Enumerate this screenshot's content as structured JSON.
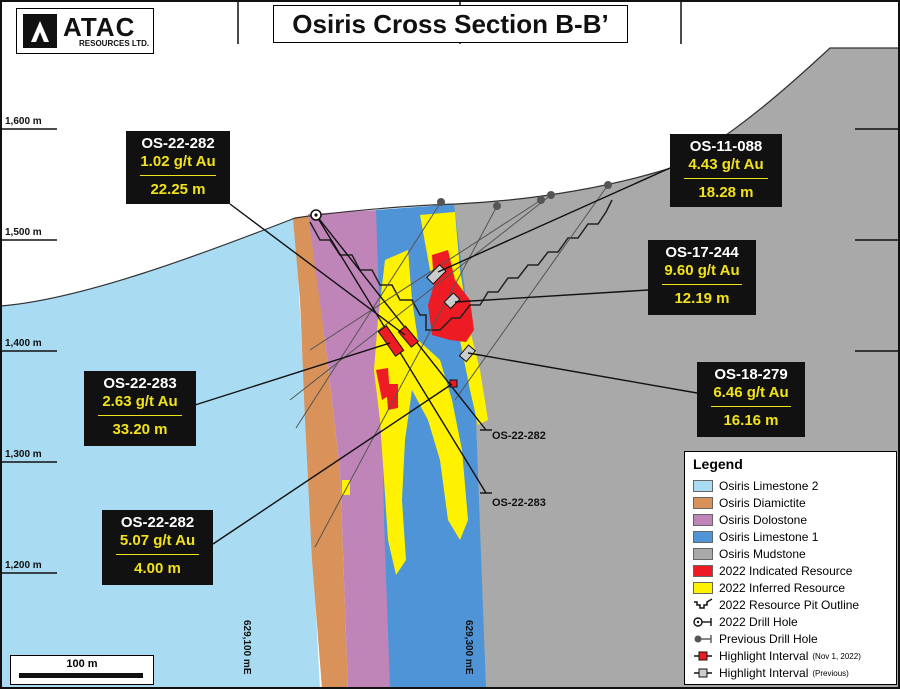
{
  "logo": {
    "brand": "ATAC",
    "subtitle": "RESOURCES LTD."
  },
  "title": "Osiris Cross Section B-B’",
  "elevations": [
    "1,600 m",
    "1,500 m",
    "1,400 m",
    "1,300 m",
    "1,200 m"
  ],
  "eastings": [
    "629,100 mE",
    "629,300 mE"
  ],
  "hole_labels": [
    "OS-22-282",
    "OS-22-283"
  ],
  "callouts": [
    {
      "hole": "OS-22-282",
      "grade": "1.02 g/t Au",
      "length": "22.25 m"
    },
    {
      "hole": "OS-11-088",
      "grade": "4.43 g/t Au",
      "length": "18.28 m"
    },
    {
      "hole": "OS-17-244",
      "grade": "9.60 g/t Au",
      "length": "12.19 m"
    },
    {
      "hole": "OS-22-283",
      "grade": "2.63 g/t Au",
      "length": "33.20 m"
    },
    {
      "hole": "OS-18-279",
      "grade": "6.46 g/t Au",
      "length": "16.16 m"
    },
    {
      "hole": "OS-22-282",
      "grade": "5.07 g/t Au",
      "length": "4.00 m"
    }
  ],
  "legend": {
    "title": "Legend",
    "items": [
      {
        "label": "Osiris Limestone 2",
        "color": "#a9dcf2"
      },
      {
        "label": "Osiris Diamictite",
        "color": "#d8925a"
      },
      {
        "label": "Osiris Dolostone",
        "color": "#c085b8"
      },
      {
        "label": "Osiris Limestone 1",
        "color": "#4f94d6"
      },
      {
        "label": "Osiris Mudstone",
        "color": "#a9a9a9"
      },
      {
        "label": "2022 Indicated Resource",
        "color": "#ed1c24"
      },
      {
        "label": "2022 Inferred Resource",
        "color": "#fff200"
      },
      {
        "label": "2022 Resource Pit Outline",
        "symbol": "pit-outline"
      },
      {
        "label": "2022 Drill Hole",
        "symbol": "drill-hole-2022"
      },
      {
        "label": "Previous Drill Hole",
        "symbol": "drill-hole-previous"
      },
      {
        "label": "Highlight Interval",
        "note": "(Nov 1, 2022)",
        "symbol": "highlight-new"
      },
      {
        "label": "Highlight Interval",
        "note": "(Previous)",
        "symbol": "highlight-previous"
      }
    ]
  },
  "scale_bar": {
    "label": "100 m"
  }
}
